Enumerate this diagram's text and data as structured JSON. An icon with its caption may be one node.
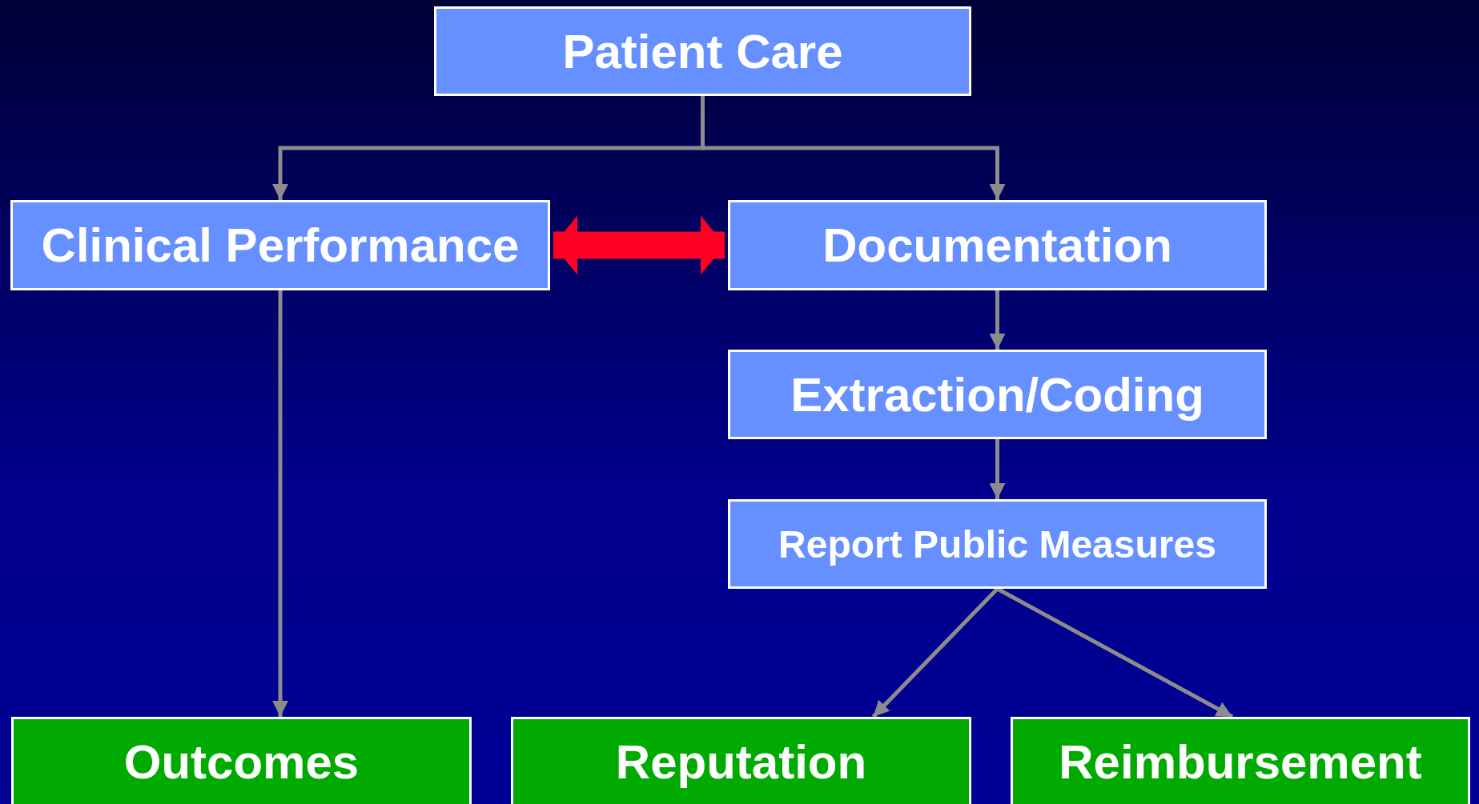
{
  "diagram": {
    "nodes": [
      {
        "text": [
          "Patient Care"
        ]
      },
      {
        "text": [
          "Clinical Performance"
        ]
      },
      {
        "text": [
          "Documentation"
        ]
      },
      {
        "text": [
          "Extraction/Coding"
        ]
      },
      {
        "text": [
          "Report Public Measures"
        ]
      },
      {
        "text": [
          "Outcomes"
        ]
      },
      {
        "text": [
          "Reputation"
        ]
      },
      {
        "text": [
          "Reimbursement"
        ]
      }
    ],
    "edges": [
      {
        "from": 0,
        "to": 1,
        "arrow": "to"
      },
      {
        "from": 0,
        "to": 2,
        "arrow": "to"
      },
      {
        "from": 1,
        "to": 2,
        "arrow": "both",
        "style": "thick",
        "color": "#ff0022"
      },
      {
        "from": 1,
        "to": 5,
        "arrow": "to"
      },
      {
        "from": 2,
        "to": 3,
        "arrow": "to"
      },
      {
        "from": 3,
        "to": 4,
        "arrow": "to"
      },
      {
        "from": 4,
        "to": 6,
        "arrow": "to"
      },
      {
        "from": 4,
        "to": 7,
        "arrow": "to"
      }
    ]
  }
}
